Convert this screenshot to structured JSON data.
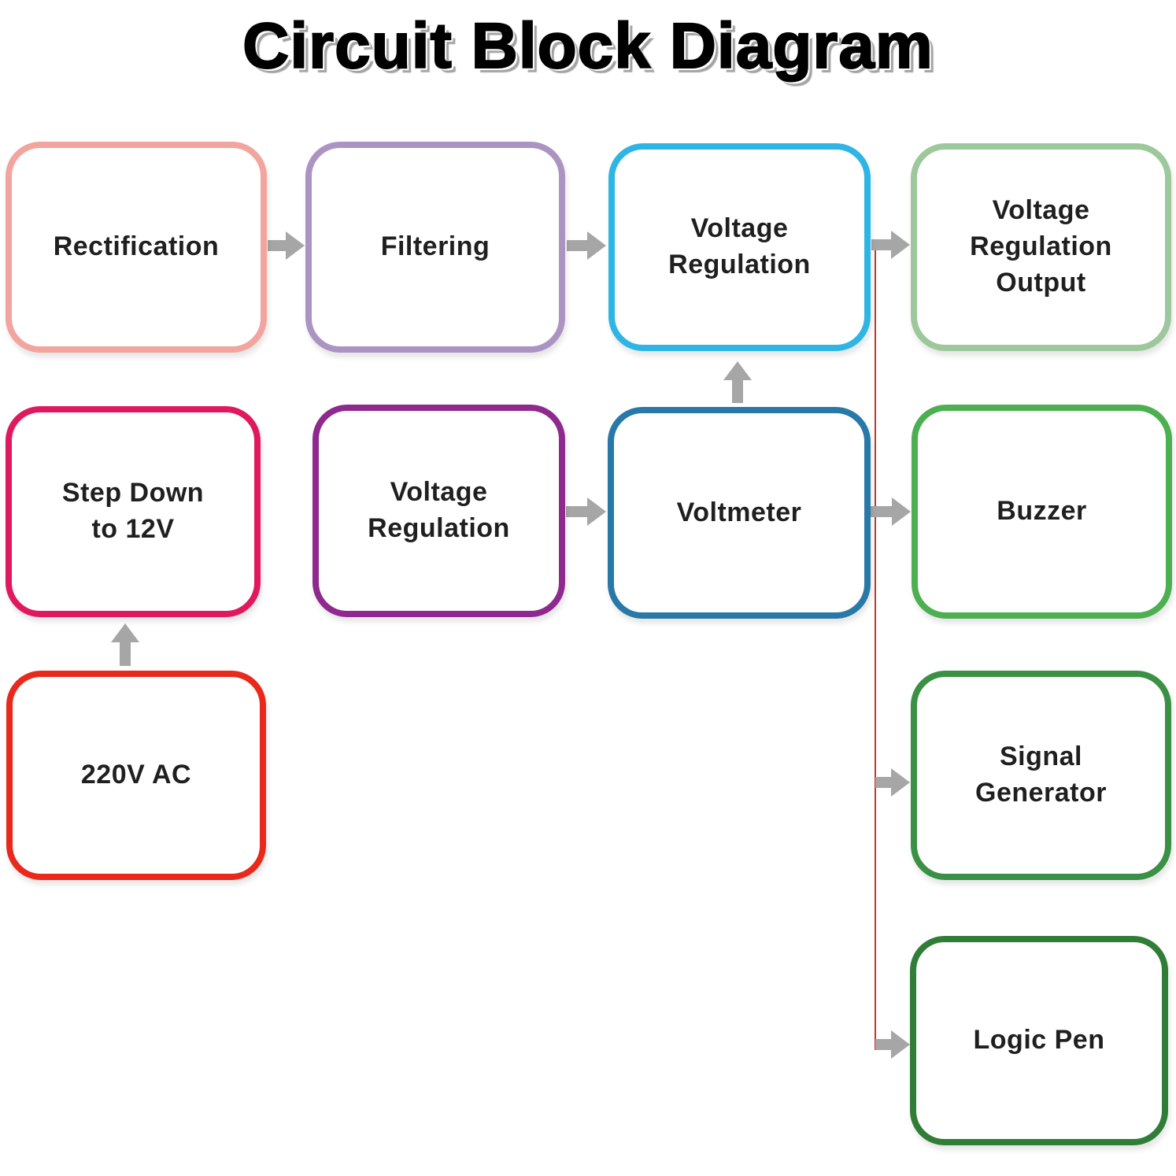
{
  "title": "Circuit Block Diagram",
  "colors": {
    "background": "#ffffff",
    "text": "#1f1f1f",
    "arrow": "#a6a6a6",
    "connector_line": "#c0392b"
  },
  "nodes": [
    {
      "id": "rectification",
      "label": "Rectification",
      "border_color": "#f2a49e"
    },
    {
      "id": "filtering",
      "label": "Filtering",
      "border_color": "#ab94c2"
    },
    {
      "id": "voltage-regulation-top",
      "label": "Voltage\nRegulation",
      "border_color": "#2fb5e4"
    },
    {
      "id": "voltage-regulation-output",
      "label": "Voltage\nRegulation\nOutput",
      "border_color": "#9cc89b"
    },
    {
      "id": "step-down-to-12v",
      "label": "Step Down\nto 12V",
      "border_color": "#e0195e"
    },
    {
      "id": "voltage-regulation-mid",
      "label": "Voltage\nRegulation",
      "border_color": "#8e2a8e"
    },
    {
      "id": "voltmeter",
      "label": "Voltmeter",
      "border_color": "#2878a8"
    },
    {
      "id": "buzzer",
      "label": "Buzzer",
      "border_color": "#4caf50"
    },
    {
      "id": "220v-ac",
      "label": "220V AC",
      "border_color": "#e8291c"
    },
    {
      "id": "signal-generator",
      "label": "Signal\nGenerator",
      "border_color": "#3a9044"
    },
    {
      "id": "logic-pen",
      "label": "Logic Pen",
      "border_color": "#2f7d36"
    }
  ],
  "connections": [
    {
      "from": "rectification",
      "to": "filtering"
    },
    {
      "from": "filtering",
      "to": "voltage-regulation-top"
    },
    {
      "from": "voltage-regulation-top",
      "to": "voltage-regulation-output"
    },
    {
      "from": "220v-ac",
      "to": "step-down-to-12v"
    },
    {
      "from": "voltage-regulation-mid",
      "to": "voltmeter"
    },
    {
      "from": "voltmeter",
      "to": "voltage-regulation-top"
    },
    {
      "from": "voltmeter",
      "to": "buzzer"
    },
    {
      "from": "voltage-regulation-top",
      "to": "signal-generator",
      "via": "red-line"
    },
    {
      "from": "voltage-regulation-top",
      "to": "logic-pen",
      "via": "red-line"
    }
  ]
}
